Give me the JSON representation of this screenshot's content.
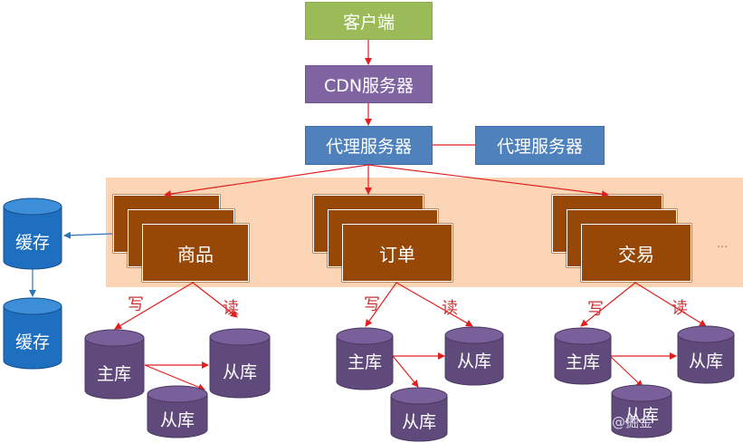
{
  "client": "客户端",
  "cdn": "CDN服务器",
  "proxy_main": "代理服务器",
  "proxy_peer": "代理服务器",
  "services": [
    {
      "name": "商品",
      "write": "写",
      "read": "读",
      "master": "主库",
      "slave_a": "从库",
      "slave_b": "从库"
    },
    {
      "name": "订单",
      "write": "写",
      "read": "读",
      "master": "主库",
      "slave_a": "从库",
      "slave_b": "从库"
    },
    {
      "name": "交易",
      "write": "写",
      "read": "读",
      "master": "主库",
      "slave_a": "从库",
      "slave_b": "从库"
    }
  ],
  "caches": [
    "缓存",
    "缓存"
  ],
  "more": "...",
  "watermark": "@掘金",
  "colors": {
    "client": "#9bbb59",
    "cdn": "#8064a2",
    "proxy": "#4f81bd",
    "service": "#974806",
    "service_band": "#fbd5b5",
    "db": "#604a7b",
    "cache": "#1f6fc0",
    "arrow": "#e02020"
  }
}
